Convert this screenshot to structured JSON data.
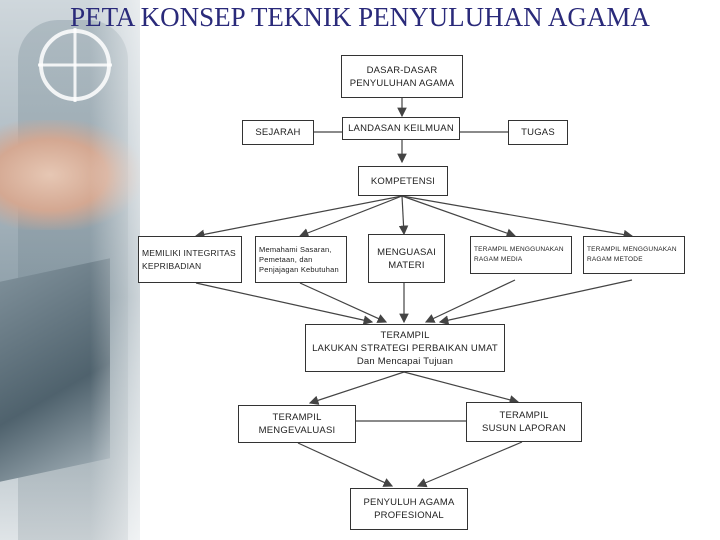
{
  "title": "PETA KONSEP TEKNIK PENYULUHAN AGAMA",
  "nodes": {
    "dasar": "DASAR-DASAR\nPENYULUHAN AGAMA",
    "sejarah": "SEJARAH",
    "landasan": "LANDASAN KEILMUAN",
    "tugas": "TUGAS",
    "kompetensi": "KOMPETENSI",
    "integritas": "MEMILIKI INTEGRITAS\nKEPRIBADIAN",
    "memahami": "Memahami Sasaran,\nPemetaan, dan\nPenjajagan Kebutuhan",
    "menguasai": "MENGUASAI\nMATERI",
    "media": "TERAMPIL MENGGUNAKAN\nRAGAM MEDIA",
    "metode": "TERAMPIL MENGGUNAKAN\nRAGAM METODE",
    "strategi": "TERAMPIL\nLAKUKAN STRATEGI PERBAIKAN UMAT\nDan Mencapai Tujuan",
    "evaluasi": "TERAMPIL\nMENGEVALUASI",
    "laporan": "TERAMPIL\nSUSUN LAPORAN",
    "profesional": "PENYULUH AGAMA\nPROFESIONAL"
  },
  "colors": {
    "title": "#2a2a7a",
    "border": "#333333",
    "arrow": "#444444"
  }
}
